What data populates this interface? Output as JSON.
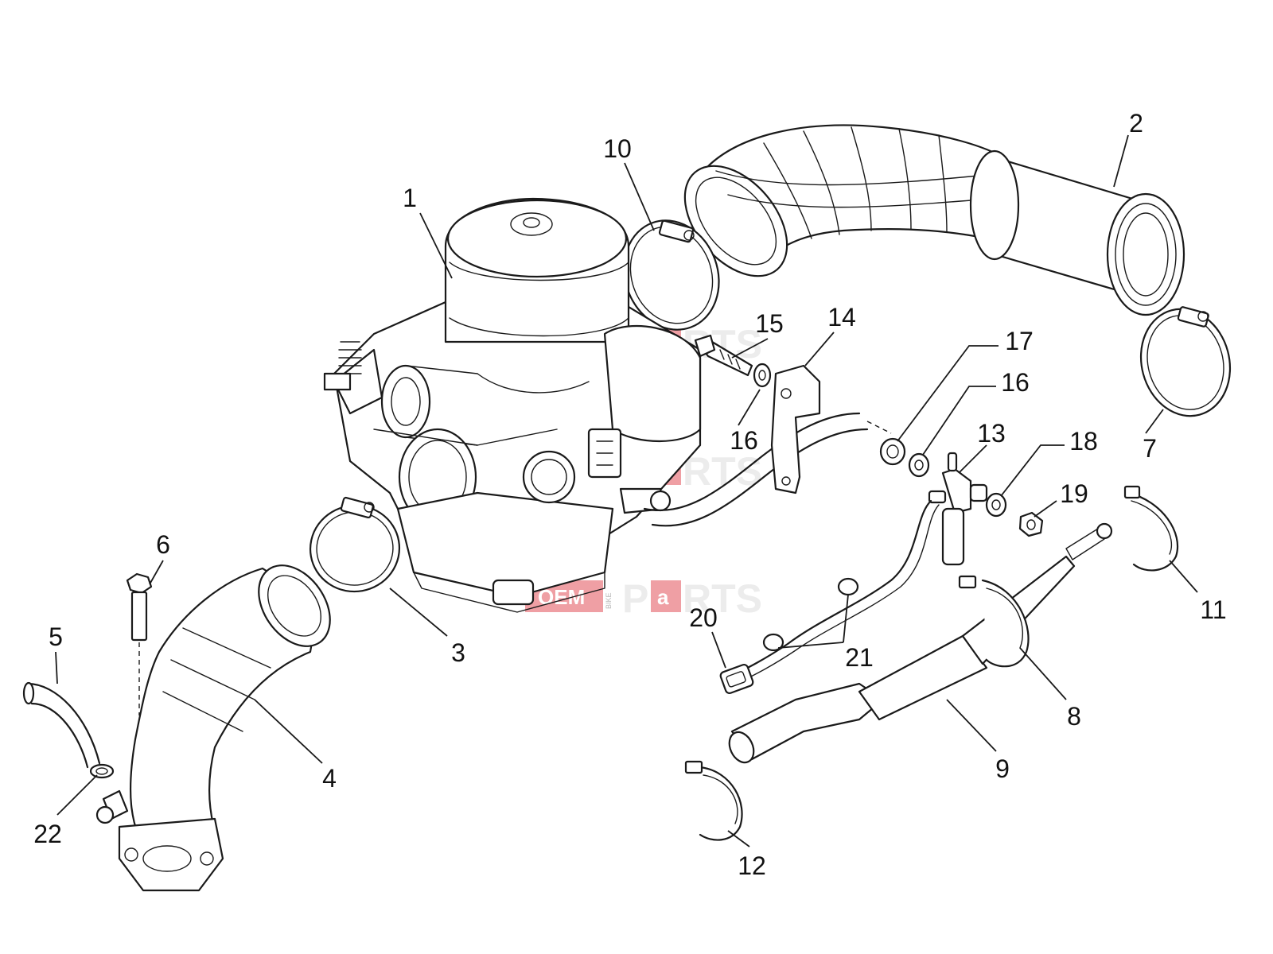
{
  "callouts": [
    {
      "id": "1",
      "label": "1"
    },
    {
      "id": "2",
      "label": "2"
    },
    {
      "id": "3",
      "label": "3"
    },
    {
      "id": "4",
      "label": "4"
    },
    {
      "id": "5",
      "label": "5"
    },
    {
      "id": "6",
      "label": "6"
    },
    {
      "id": "7",
      "label": "7"
    },
    {
      "id": "8",
      "label": "8"
    },
    {
      "id": "9",
      "label": "9"
    },
    {
      "id": "10",
      "label": "10"
    },
    {
      "id": "11",
      "label": "11"
    },
    {
      "id": "12",
      "label": "12"
    },
    {
      "id": "13",
      "label": "13"
    },
    {
      "id": "14",
      "label": "14"
    },
    {
      "id": "15",
      "label": "15"
    },
    {
      "id": "16a",
      "label": "16"
    },
    {
      "id": "16b",
      "label": "16"
    },
    {
      "id": "17",
      "label": "17"
    },
    {
      "id": "18",
      "label": "18"
    },
    {
      "id": "19",
      "label": "19"
    },
    {
      "id": "20",
      "label": "20"
    },
    {
      "id": "21",
      "label": "21"
    },
    {
      "id": "22",
      "label": "22"
    }
  ],
  "watermark": {
    "oem": "OEM",
    "bike": "BIKE",
    "parts_p": "P",
    "parts_a": "a",
    "parts_rts": "RTS"
  },
  "colors": {
    "line": "#1a1a1a",
    "watermark_red": "#e2505a",
    "watermark_grey": "#e9e9e9"
  }
}
